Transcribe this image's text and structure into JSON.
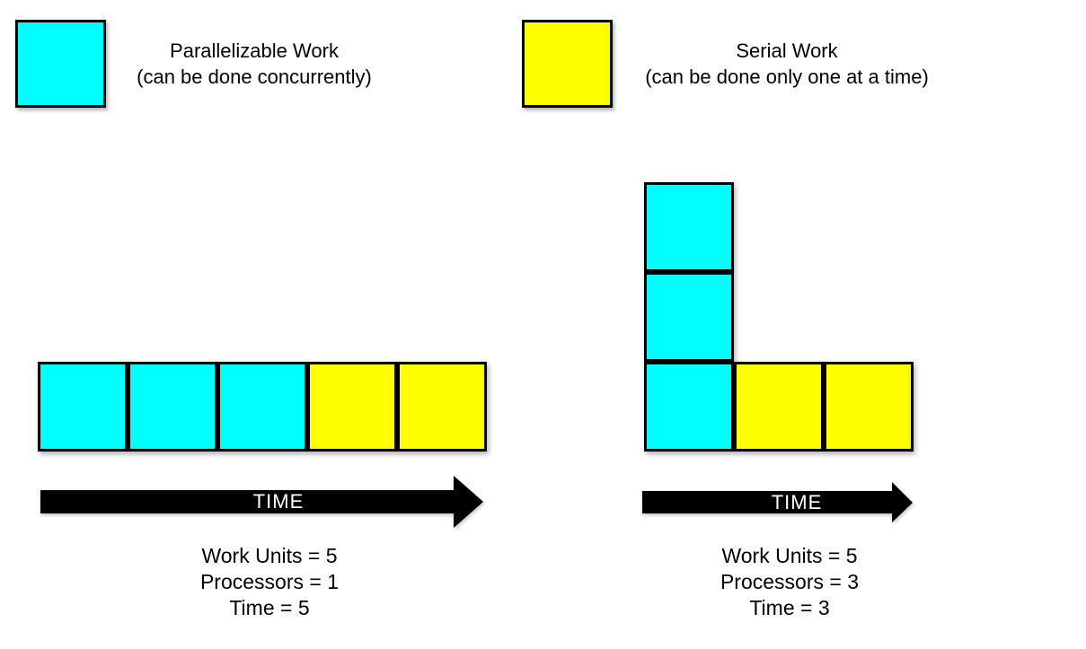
{
  "colors": {
    "parallel": "#00ffff",
    "serial": "#ffff00",
    "border": "#000000",
    "arrow": "#000000",
    "arrow_label": "#ffffff",
    "background": "#ffffff",
    "text": "#000000"
  },
  "legend": [
    {
      "type": "parallel",
      "title": "Parallelizable Work",
      "subtitle": "(can be done concurrently)"
    },
    {
      "type": "serial",
      "title": "Serial Work",
      "subtitle": "(can be done only one at a time)"
    }
  ],
  "scenarios": [
    {
      "id": "one-processor",
      "arrow_label": "TIME",
      "stats": [
        "Work Units = 5",
        "Processors = 1",
        "Time = 5"
      ],
      "cells": [
        {
          "col": 0,
          "row": 0,
          "type": "parallel"
        },
        {
          "col": 1,
          "row": 0,
          "type": "parallel"
        },
        {
          "col": 2,
          "row": 0,
          "type": "parallel"
        },
        {
          "col": 3,
          "row": 0,
          "type": "serial"
        },
        {
          "col": 4,
          "row": 0,
          "type": "serial"
        }
      ]
    },
    {
      "id": "three-processors",
      "arrow_label": "TIME",
      "stats": [
        "Work Units = 5",
        "Processors = 3",
        "Time = 3"
      ],
      "cells": [
        {
          "col": 0,
          "row": 2,
          "type": "parallel"
        },
        {
          "col": 0,
          "row": 1,
          "type": "parallel"
        },
        {
          "col": 0,
          "row": 0,
          "type": "parallel"
        },
        {
          "col": 1,
          "row": 0,
          "type": "serial"
        },
        {
          "col": 2,
          "row": 0,
          "type": "serial"
        }
      ]
    }
  ]
}
